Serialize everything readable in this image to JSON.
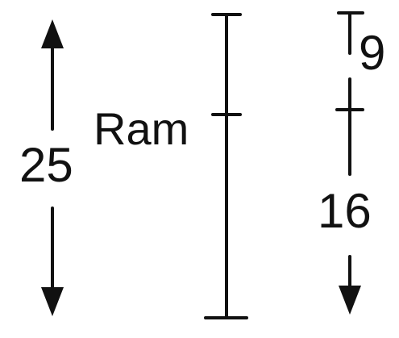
{
  "labels": {
    "total": "25",
    "name": "Ram",
    "upper_segment": "9",
    "lower_segment": "16"
  },
  "colors": {
    "ink": "#111111",
    "background": "#ffffff"
  }
}
